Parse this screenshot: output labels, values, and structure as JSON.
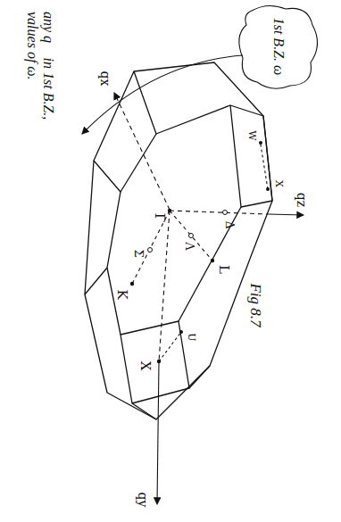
{
  "diagram": {
    "labels": [
      "1st B.Z. ω",
      "any q⃗ in 1st B.Z., values of ω.",
      "Fig 8.7",
      "qx",
      "qy",
      "qz",
      "Γ",
      "K",
      "Σ",
      "L",
      "Λ",
      "X",
      "U",
      "W",
      "X",
      "Δ"
    ]
  }
}
